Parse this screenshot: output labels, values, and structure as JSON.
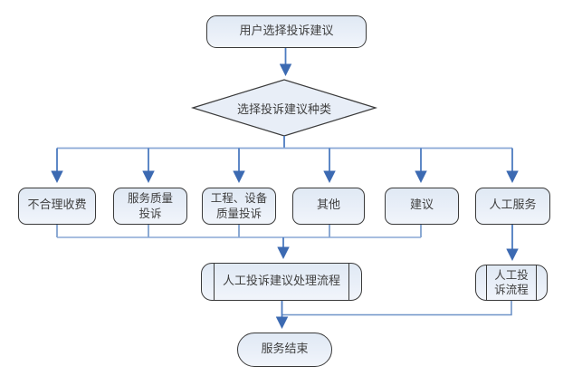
{
  "diagram": {
    "type": "flowchart",
    "language": "zh-CN",
    "nodes": {
      "start": {
        "label": "用户选择投诉建议",
        "shape": "terminator"
      },
      "decision": {
        "label": "选择投诉建议种类",
        "shape": "decision-diamond"
      },
      "branches": [
        {
          "id": "unreasonable-fee",
          "label": "不合理收费"
        },
        {
          "id": "service-quality-complaint",
          "label": "服务质量\n投诉"
        },
        {
          "id": "engineering-equipment-quality-complaint",
          "label": "工程、设备\n质量投诉"
        },
        {
          "id": "other",
          "label": "其他"
        },
        {
          "id": "suggestion",
          "label": "建议"
        },
        {
          "id": "manual-service",
          "label": "人工服务"
        }
      ],
      "manual_process": {
        "label": "人工投诉建议处理流程",
        "shape": "predefined-process"
      },
      "manual_complaint_process": {
        "label": "人工投\n诉流程",
        "shape": "predefined-process"
      },
      "end": {
        "label": "服务结束",
        "shape": "terminator"
      }
    },
    "edges": [
      "start -> decision",
      "decision -> unreasonable-fee",
      "decision -> service-quality-complaint",
      "decision -> engineering-equipment-quality-complaint",
      "decision -> other",
      "decision -> suggestion",
      "decision -> manual-service",
      "unreasonable-fee -> manual_process",
      "service-quality-complaint -> manual_process",
      "engineering-equipment-quality-complaint -> manual_process",
      "other -> manual_process",
      "suggestion -> manual_process",
      "manual-service -> manual_complaint_process",
      "manual_process -> end",
      "manual_complaint_process -> end"
    ],
    "colors": {
      "background": "#ffffff",
      "shape_fill_top": "#e0e9f4",
      "shape_fill_bottom": "#f1f5fb",
      "shape_border": "#3a3a3a",
      "connector_line": "#8aa8d6",
      "connector_vertical": "#4c7bc0",
      "arrowhead": "#3c6ab2",
      "text": "#3f3f3f"
    }
  }
}
